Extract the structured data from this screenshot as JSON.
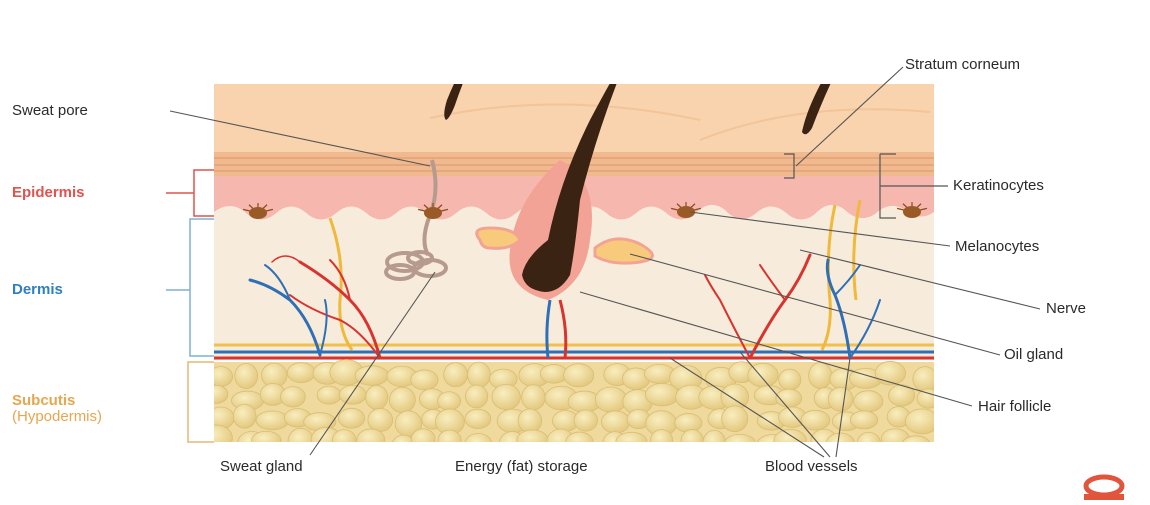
{
  "diagram": {
    "layers": {
      "epidermis": "Epidermis",
      "dermis": "Dermis",
      "subcutis": "Subcutis",
      "subcutis_alt": "(Hypodermis)"
    },
    "labels": {
      "sweat_pore": "Sweat pore",
      "stratum_corneum": "Stratum corneum",
      "keratinocytes": "Keratinocytes",
      "melanocytes": "Melanocytes",
      "nerve": "Nerve",
      "oil_gland": "Oil gland",
      "hair_follicle": "Hair follicle",
      "sweat_gland": "Sweat gland",
      "energy_storage": "Energy (fat) storage",
      "blood_vessels": "Blood vessels"
    },
    "colors": {
      "epidermis_label": "#e0534f",
      "dermis_label": "#2f7fc1",
      "subcutis_label": "#e8a64f",
      "skin_surface": "#f7cfa6",
      "epidermis_layer": "#f6b7ae",
      "dermis_layer": "#f6ead8",
      "fat_layer": "#eed79a",
      "hair": "#3b2314",
      "artery": "#d8332f",
      "vein": "#2f6fb5",
      "nerve": "#f0b93b"
    }
  }
}
